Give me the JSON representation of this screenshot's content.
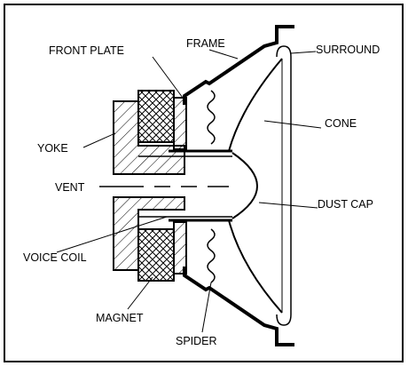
{
  "diagram": {
    "type": "loudspeaker-cross-section",
    "line_color": "#000000",
    "background": "#ffffff",
    "labels": {
      "front_plate": "FRONT PLATE",
      "frame": "FRAME",
      "surround": "SURROUND",
      "cone": "CONE",
      "yoke": "YOKE",
      "vent": "VENT",
      "dust_cap": "DUST CAP",
      "voice_coil": "VOICE COIL",
      "magnet": "MAGNET",
      "spider": "SPIDER"
    }
  }
}
